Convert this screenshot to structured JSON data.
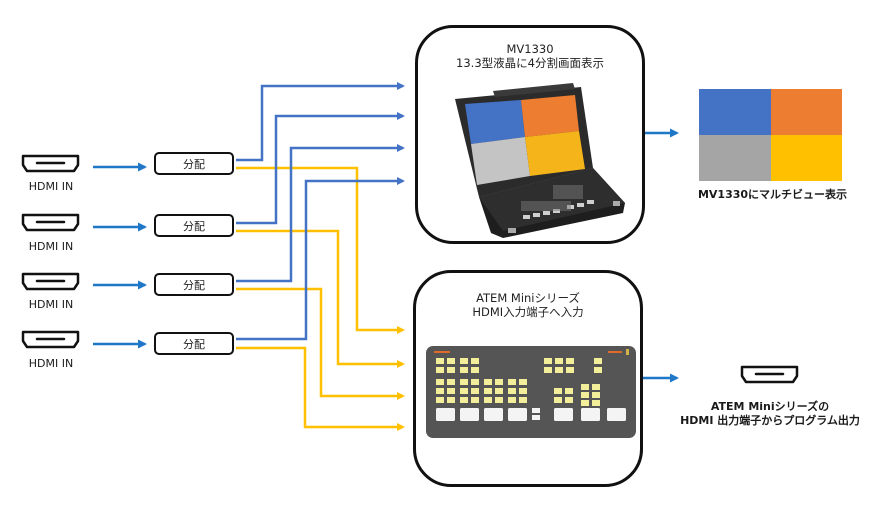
{
  "inputs": [
    {
      "label": "HDMI IN",
      "splitter_label": "分配"
    },
    {
      "label": "HDMI IN",
      "splitter_label": "分配"
    },
    {
      "label": "HDMI IN",
      "splitter_label": "分配"
    },
    {
      "label": "HDMI IN",
      "splitter_label": "分配"
    }
  ],
  "mv_device": {
    "title_line1": "MV1330",
    "title_line2": "13.3型液晶に4分割画面表示"
  },
  "atem_device": {
    "title_line1": "ATEM Miniシリーズ",
    "title_line2": "HDMI入力端子へ入力"
  },
  "multiview_output": {
    "caption": "MV1330にマルチビュー表示",
    "quadrant_colors": [
      "#4472c4",
      "#ed7d31",
      "#a5a5a5",
      "#ffc000"
    ]
  },
  "program_output": {
    "caption_line1": "ATEM Miniシリーズの",
    "caption_line2": "HDMI 出力端子からプログラム出力"
  },
  "colors": {
    "blue_line": "#4472c4",
    "arrow_blue": "#1f77c8",
    "yellow_line": "#ffc000",
    "outline": "#111111"
  }
}
